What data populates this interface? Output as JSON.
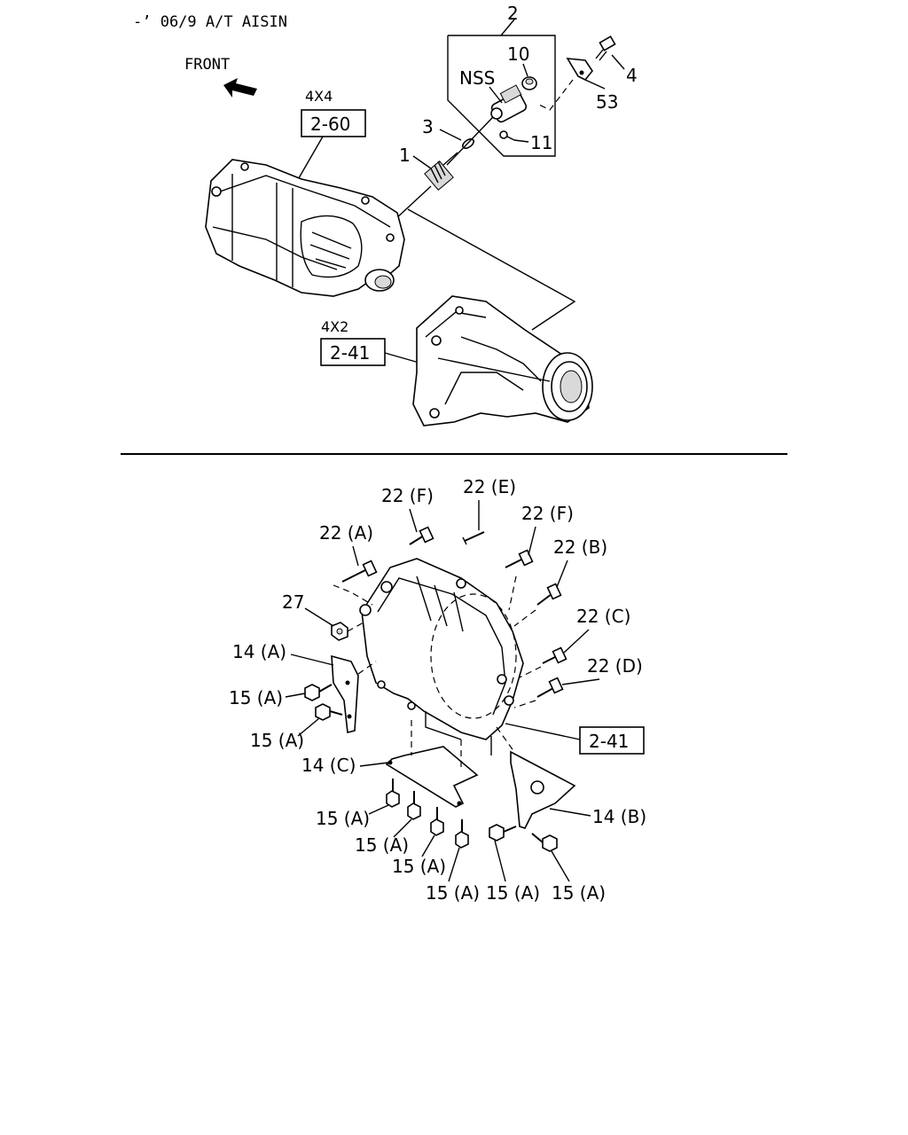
{
  "header": "-’ 06/9  A/T  AISIN",
  "front_label": "FRONT",
  "top": {
    "callouts": {
      "c2": "2",
      "c10": "10",
      "nss": "NSS",
      "c4": "4",
      "c53": "53",
      "c3": "3",
      "c11": "11",
      "c1": "1"
    },
    "variant_4x4": "4X4",
    "ref_4x4": "2-60",
    "variant_4x2": "4X2",
    "ref_4x2": "2-41"
  },
  "bottom": {
    "callouts": {
      "b22f_left": "22 (F)",
      "b22e": "22 (E)",
      "b22a": "22 (A)",
      "b22f_right": "22 (F)",
      "b22b": "22 (B)",
      "b27": "27",
      "b22c": "22 (C)",
      "b14a": "14 (A)",
      "b22d": "22 (D)",
      "b15a_1": "15 (A)",
      "b15a_2": "15 (A)",
      "b14c": "14 (C)",
      "b14b": "14 (B)",
      "b15a_3": "15 (A)",
      "b15a_4": "15 (A)",
      "b15a_5": "15 (A)",
      "b15a_6": "15 (A)",
      "b15a_7": "15 (A)",
      "b15a_8": "15 (A)"
    },
    "ref_housing": "2-41"
  }
}
